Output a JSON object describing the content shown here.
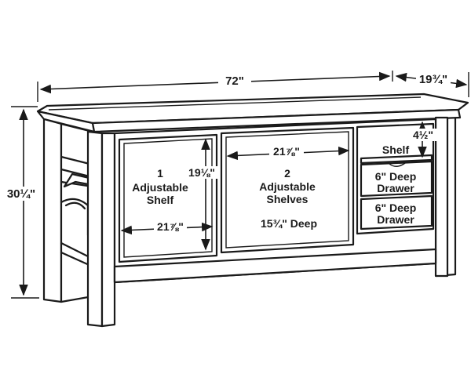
{
  "dimensions": {
    "width": "72\"",
    "depth": "19¾\"",
    "height": "30¼\"",
    "shelf_gap": "4½\"",
    "left_height": "19⅛\"",
    "left_width": "21⅞\"",
    "middle_width": "21⅞\""
  },
  "labels": {
    "left_line1": "1",
    "left_line2": "Adjustable",
    "left_line3": "Shelf",
    "middle_line1": "2",
    "middle_line2": "Adjustable",
    "middle_line3": "Shelves",
    "middle_depth": "15¾\" Deep",
    "right_shelf": "Shelf",
    "drawer1_line1": "6\" Deep",
    "drawer1_line2": "Drawer",
    "drawer2_line1": "6\" Deep",
    "drawer2_line2": "Drawer"
  }
}
